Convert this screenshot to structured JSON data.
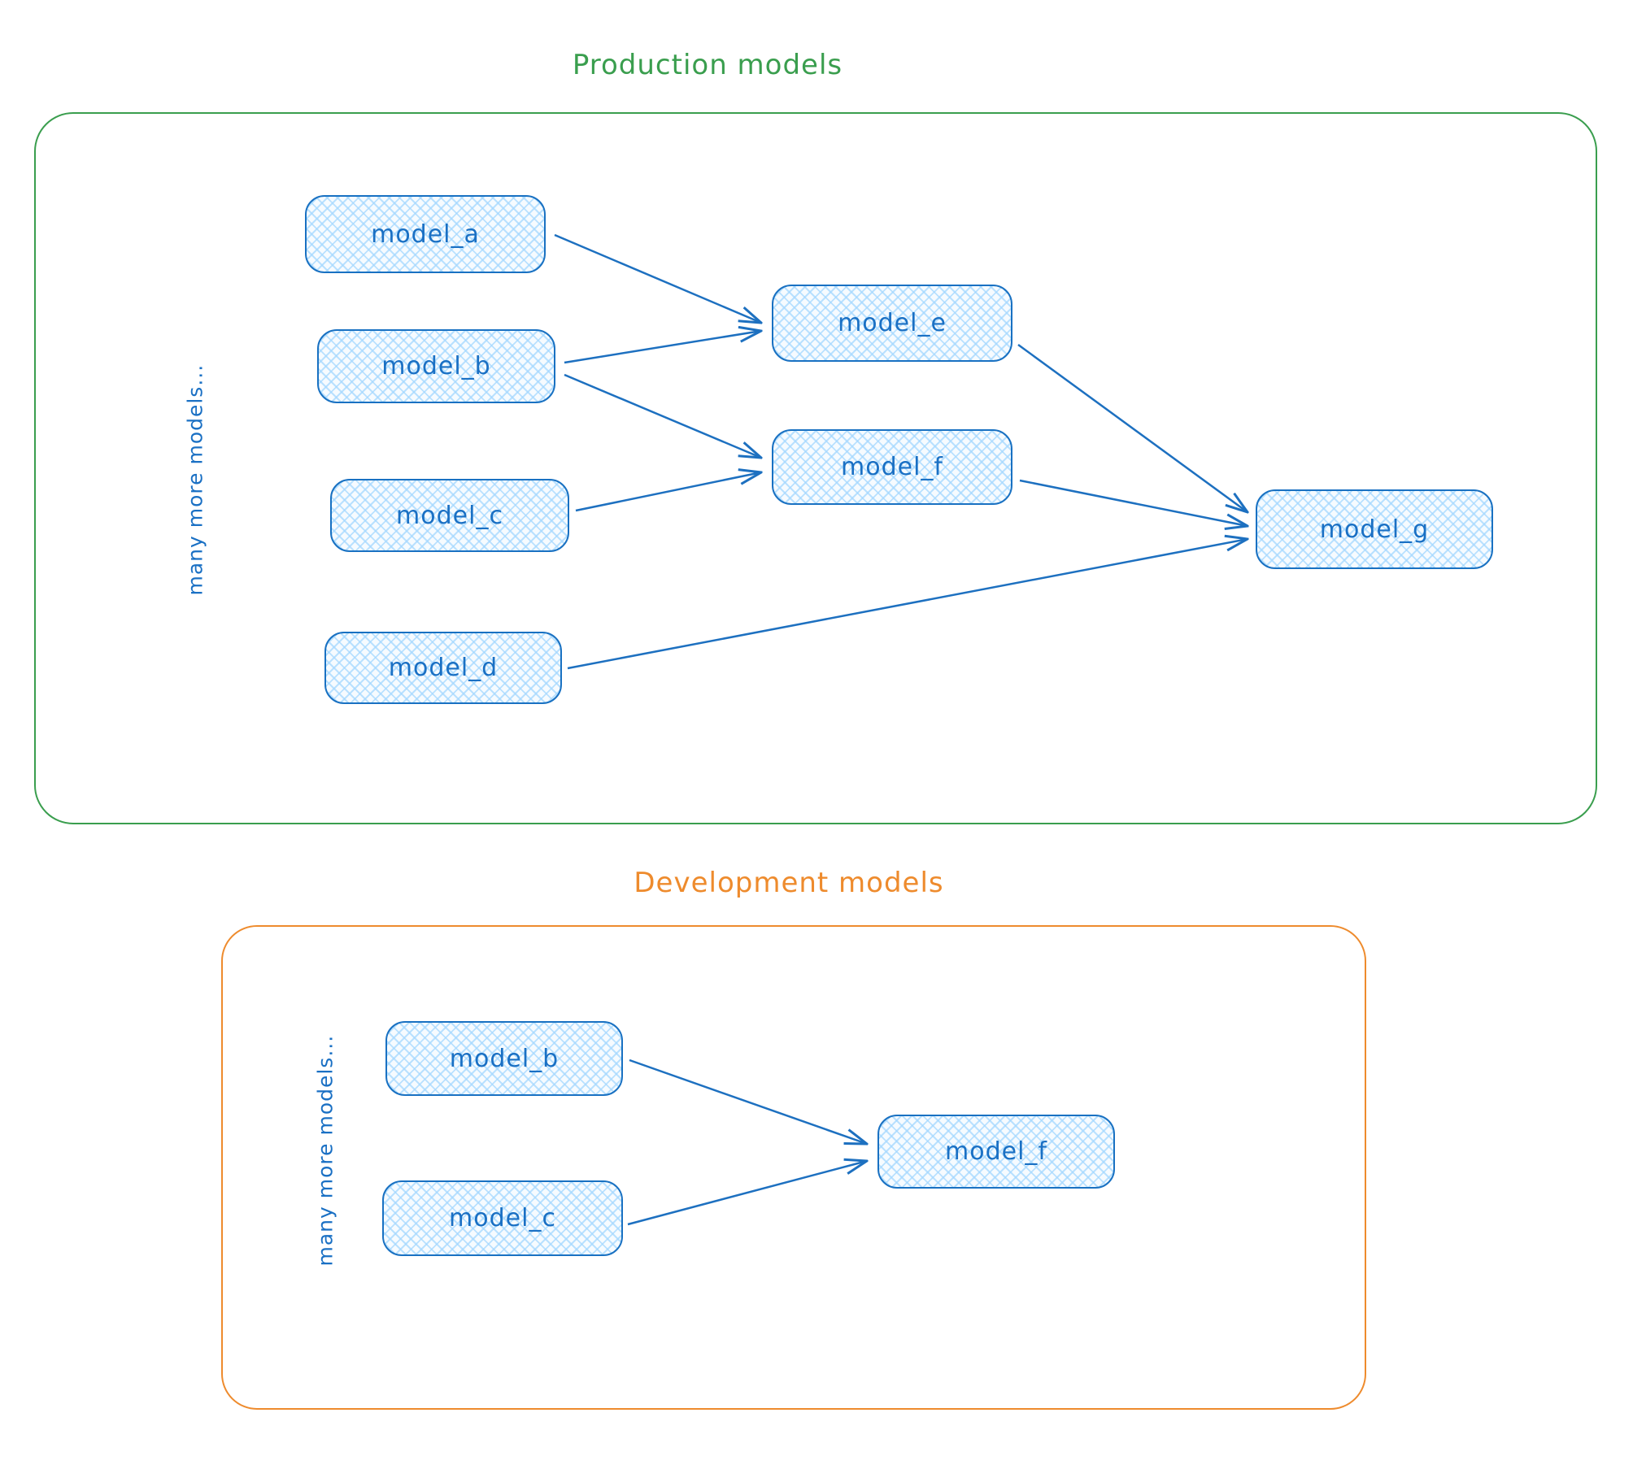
{
  "diagram": {
    "node_style": {
      "stroke_color": "#1971c2",
      "fill_color": "#a5d8ff",
      "fill_pattern": "cross-hatch",
      "text_color": "#1a70c4"
    },
    "sections": {
      "production": {
        "title": "Production models",
        "title_color": "#3a9e4e",
        "border_color": "#3a9e4e",
        "side_label": "many more models...",
        "nodes": {
          "a": {
            "label": "model_a"
          },
          "b": {
            "label": "model_b"
          },
          "c": {
            "label": "model_c"
          },
          "d": {
            "label": "model_d"
          },
          "e": {
            "label": "model_e"
          },
          "f": {
            "label": "model_f"
          },
          "g": {
            "label": "model_g"
          }
        },
        "edges": [
          {
            "from": "model_a",
            "to": "model_e"
          },
          {
            "from": "model_b",
            "to": "model_e"
          },
          {
            "from": "model_b",
            "to": "model_f"
          },
          {
            "from": "model_c",
            "to": "model_f"
          },
          {
            "from": "model_e",
            "to": "model_g"
          },
          {
            "from": "model_f",
            "to": "model_g"
          },
          {
            "from": "model_d",
            "to": "model_g"
          }
        ]
      },
      "development": {
        "title": "Development models",
        "title_color": "#ee8b2d",
        "border_color": "#ee8b2d",
        "side_label": "many more models...",
        "nodes": {
          "b": {
            "label": "model_b"
          },
          "c": {
            "label": "model_c"
          },
          "f": {
            "label": "model_f"
          }
        },
        "edges": [
          {
            "from": "model_b",
            "to": "model_f"
          },
          {
            "from": "model_c",
            "to": "model_f"
          }
        ]
      }
    }
  }
}
